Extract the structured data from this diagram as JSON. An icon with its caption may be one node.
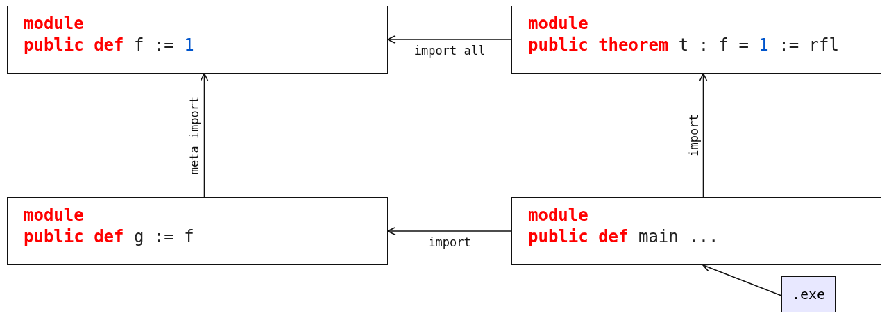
{
  "diagram": {
    "nodes": [
      {
        "text": [
          "module",
          "**public def** f := 1"
        ]
      },
      {
        "text": [
          "module",
          "**public theorem** t : f = 1 := rfl"
        ]
      },
      {
        "text": [
          "module",
          "**public def** g := f"
        ]
      },
      {
        "text": [
          "module",
          "**public def** main ..."
        ]
      },
      {
        "text": [
          ".exe"
        ]
      }
    ],
    "edges": [
      {
        "from": 1,
        "to": 0,
        "arrow": "to",
        "label": "import all"
      },
      {
        "from": 2,
        "to": 0,
        "arrow": "to",
        "label": "meta import"
      },
      {
        "from": 3,
        "to": 1,
        "arrow": "to",
        "label": "import"
      },
      {
        "from": 3,
        "to": 2,
        "arrow": "to",
        "label": "import"
      },
      {
        "from": 4,
        "to": 3,
        "arrow": "to"
      }
    ]
  }
}
